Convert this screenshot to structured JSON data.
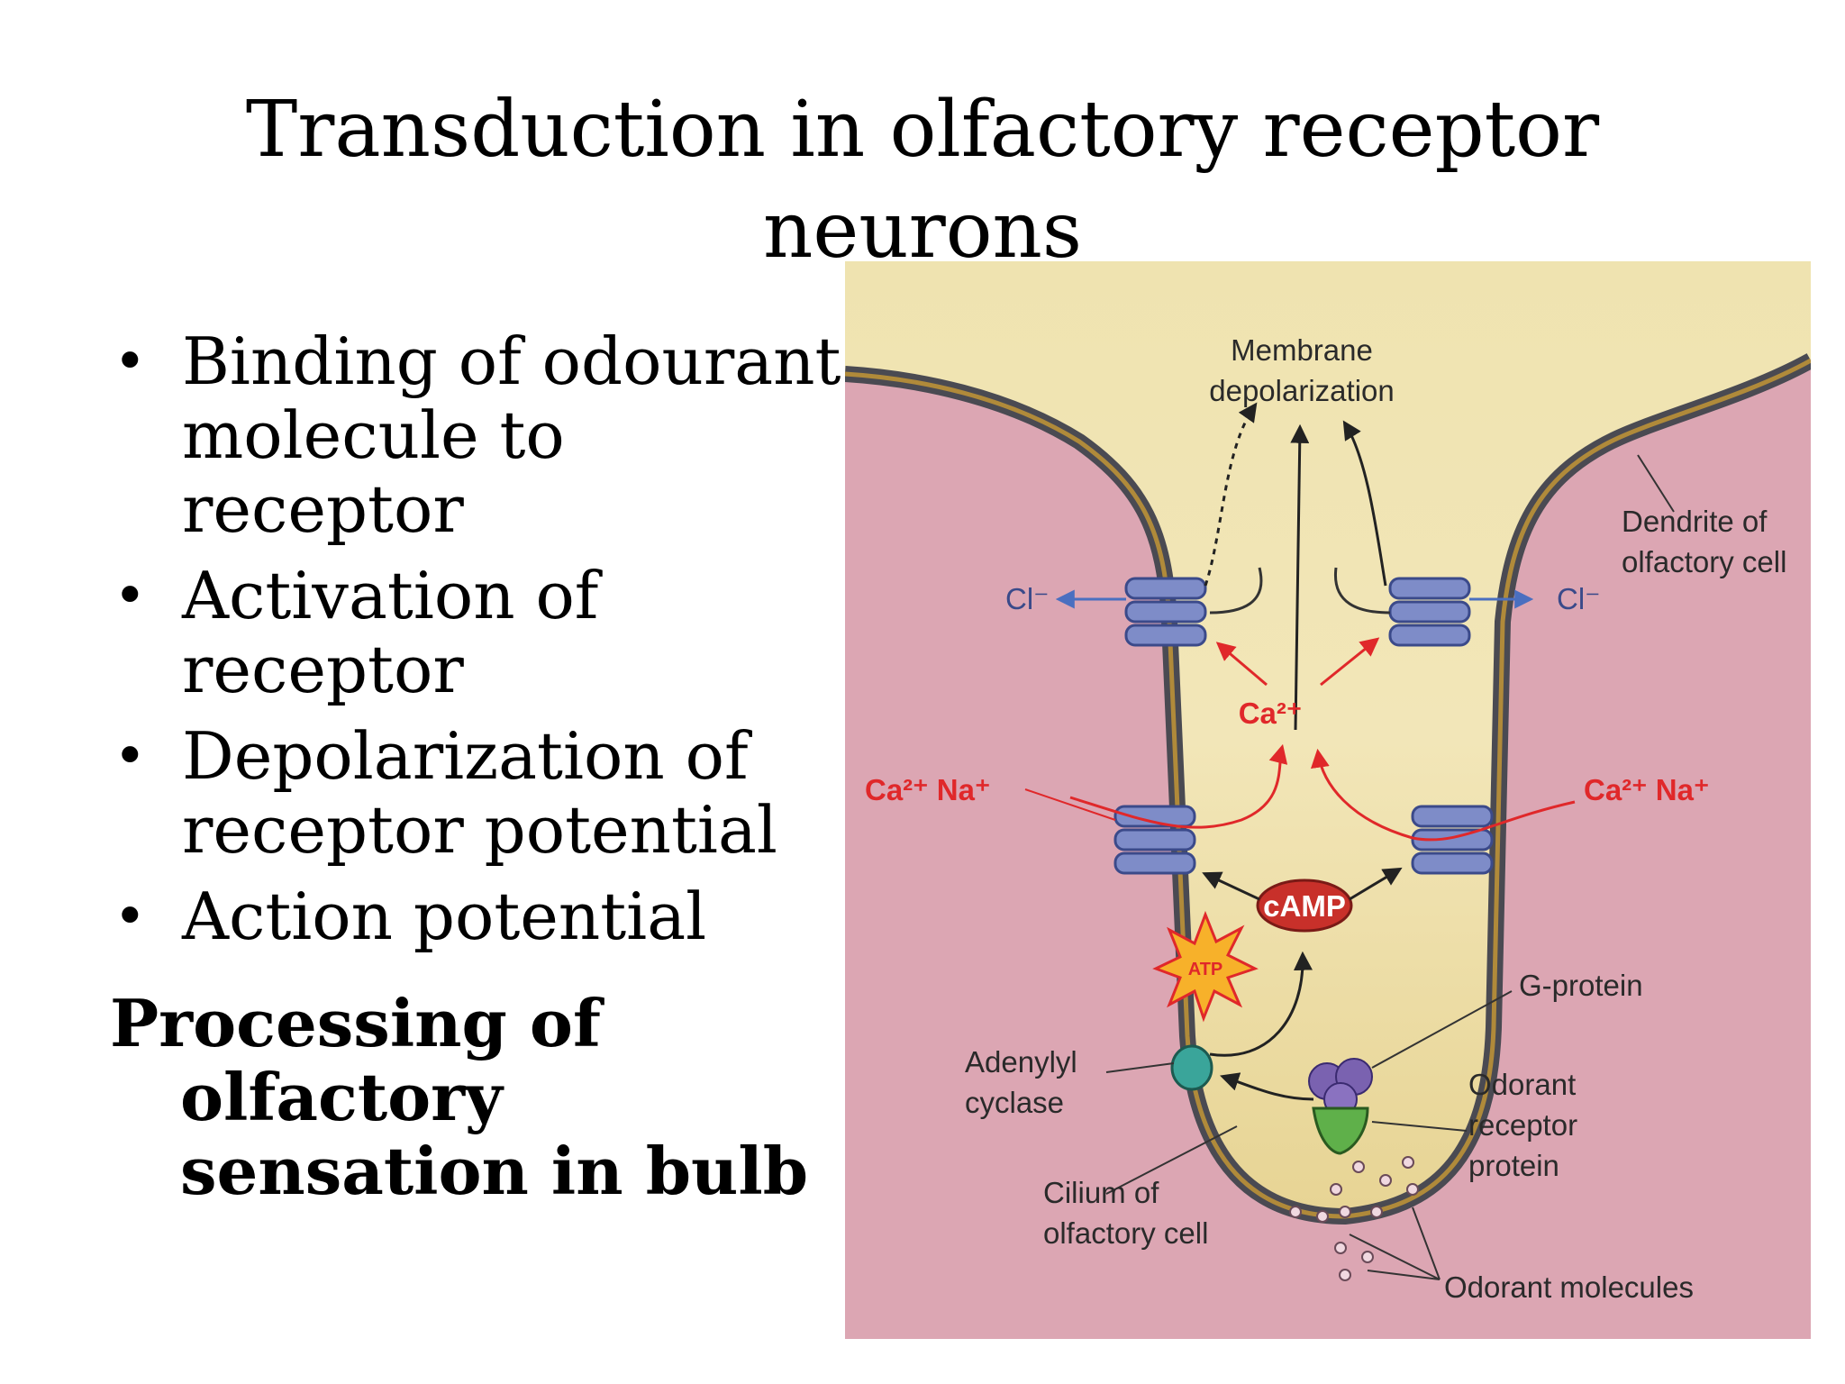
{
  "slide": {
    "title_line1": "Transduction in olfactory receptor",
    "title_line2": "neurons",
    "bullets": [
      {
        "line1": "Binding of odourant",
        "line2": "molecule to receptor"
      },
      {
        "line1": "Activation of",
        "line2": "receptor"
      },
      {
        "line1": "Depolarization of",
        "line2": "receptor potential"
      },
      {
        "line1": "Action potential",
        "line2": ""
      }
    ],
    "subhead_line1": "Processing of",
    "subhead_line2": "olfactory",
    "subhead_line3": "sensation in bulb"
  },
  "figure": {
    "label_membrane_1": "Membrane",
    "label_membrane_2": "depolarization",
    "label_dendrite_1": "Dendrite of",
    "label_dendrite_2": "olfactory cell",
    "label_cl_left": "Cl⁻",
    "label_cl_right": "Cl⁻",
    "label_ca_center": "Ca²⁺",
    "label_cana_left": "Ca²⁺ Na⁺",
    "label_cana_right": "Ca²⁺ Na⁺",
    "label_camp": "cAMP",
    "label_atp": "ATP",
    "label_gprotein": "G-protein",
    "label_adenylyl_1": "Adenylyl",
    "label_adenylyl_2": "cyclase",
    "label_odorant_rec_1": "Odorant",
    "label_odorant_rec_2": "receptor",
    "label_odorant_rec_3": "protein",
    "label_cilium_1": "Cilium of",
    "label_cilium_2": "olfactory cell",
    "label_odorant_molecules": "Odorant molecules"
  }
}
